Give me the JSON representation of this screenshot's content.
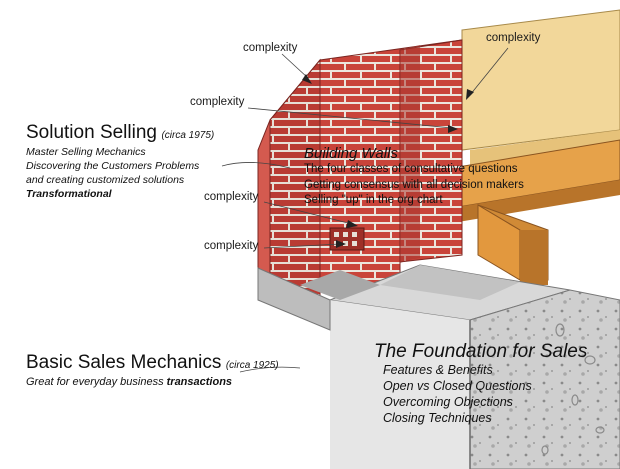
{
  "complexity_labels": [
    "complexity",
    "complexity",
    "complexity",
    "complexity",
    "complexity"
  ],
  "solution_selling": {
    "title": "Solution Selling",
    "circa": "(circa 1975)",
    "lines": [
      "Master Selling Mechanics",
      "Discovering the Customers Problems",
      "and creating customized solutions"
    ],
    "emphasis": "Transformational"
  },
  "building_walls": {
    "title": "Building Walls",
    "items": [
      "The four classes of consultative questions",
      "Getting consensus with all decision makers",
      "Selling \"up\" in the org chart"
    ]
  },
  "basic_sales": {
    "title": "Basic Sales Mechanics",
    "circa": "(circa 1925)",
    "line_prefix": "Great for everyday business ",
    "line_emphasis": "transactions"
  },
  "foundation": {
    "title": "The Foundation for Sales",
    "items": [
      "Features & Benefits",
      "Open vs Closed Questions",
      "Overcoming Objections",
      "Closing Techniques"
    ]
  },
  "colors": {
    "brick": "#c9443a",
    "brick_dark": "#9e2f28",
    "mortar": "#e8e2da",
    "wood": "#e6a24a",
    "wood_dark": "#b8742a",
    "concrete": "#c7c7c7",
    "concrete_dark": "#9a9a9a",
    "sill": "#f2d79a"
  }
}
